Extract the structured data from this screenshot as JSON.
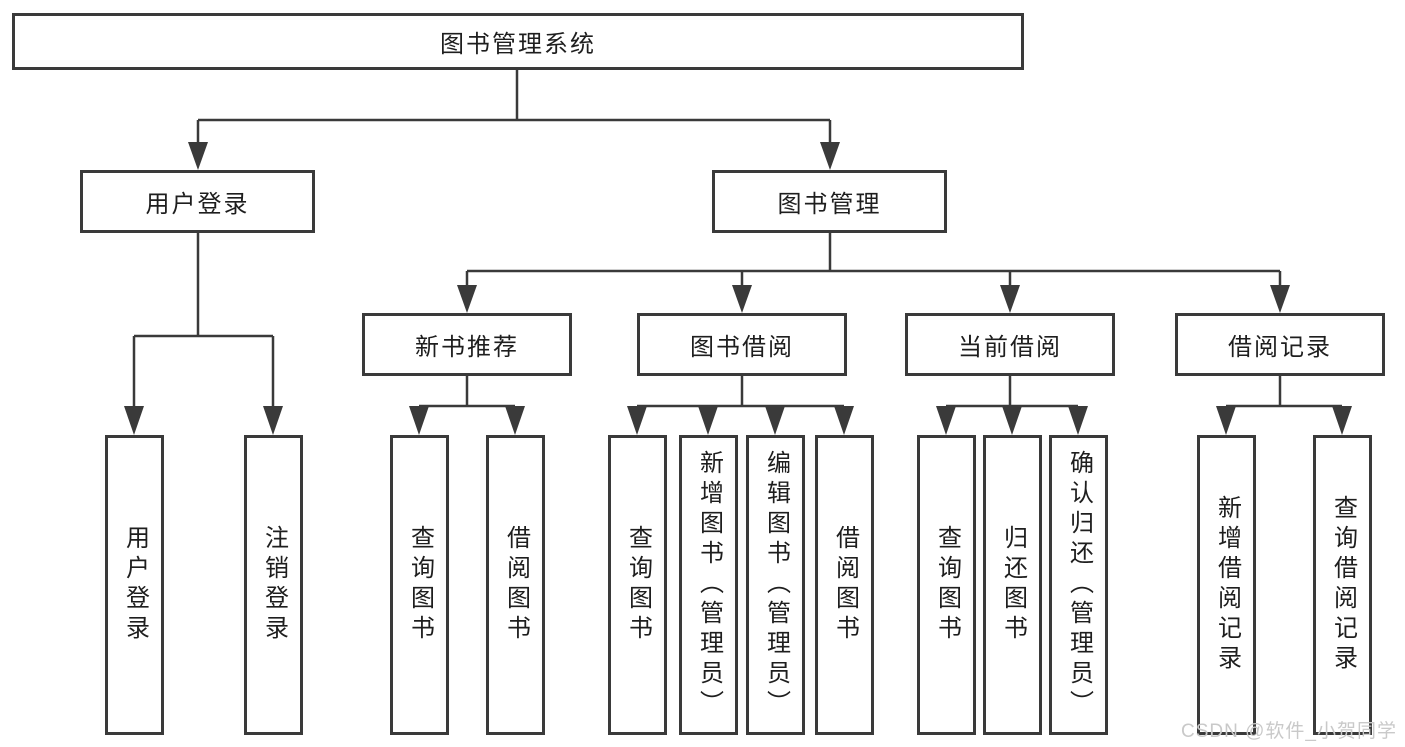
{
  "diagram": {
    "root": "图书管理系统",
    "branches": {
      "user_login": {
        "label": "用户登录",
        "children": [
          "用户登录",
          "注销登录"
        ]
      },
      "book_mgmt": {
        "label": "图书管理",
        "sections": [
          {
            "label": "新书推荐",
            "children": [
              "查询图书",
              "借阅图书"
            ]
          },
          {
            "label": "图书借阅",
            "children": [
              "查询图书",
              "新增图书（管理员）",
              "编辑图书（管理员）",
              "借阅图书"
            ]
          },
          {
            "label": "当前借阅",
            "children": [
              "查询图书",
              "归还图书",
              "确认归还（管理员）"
            ]
          },
          {
            "label": "借阅记录",
            "children": [
              "新增借阅记录",
              "查询借阅记录"
            ]
          }
        ]
      }
    }
  },
  "watermark": "CSDN @软件_小贺同学",
  "colors": {
    "line": "#3a3a3a",
    "text": "#1e1e1e",
    "watermark": "#c9c9c9",
    "background": "#ffffff"
  }
}
